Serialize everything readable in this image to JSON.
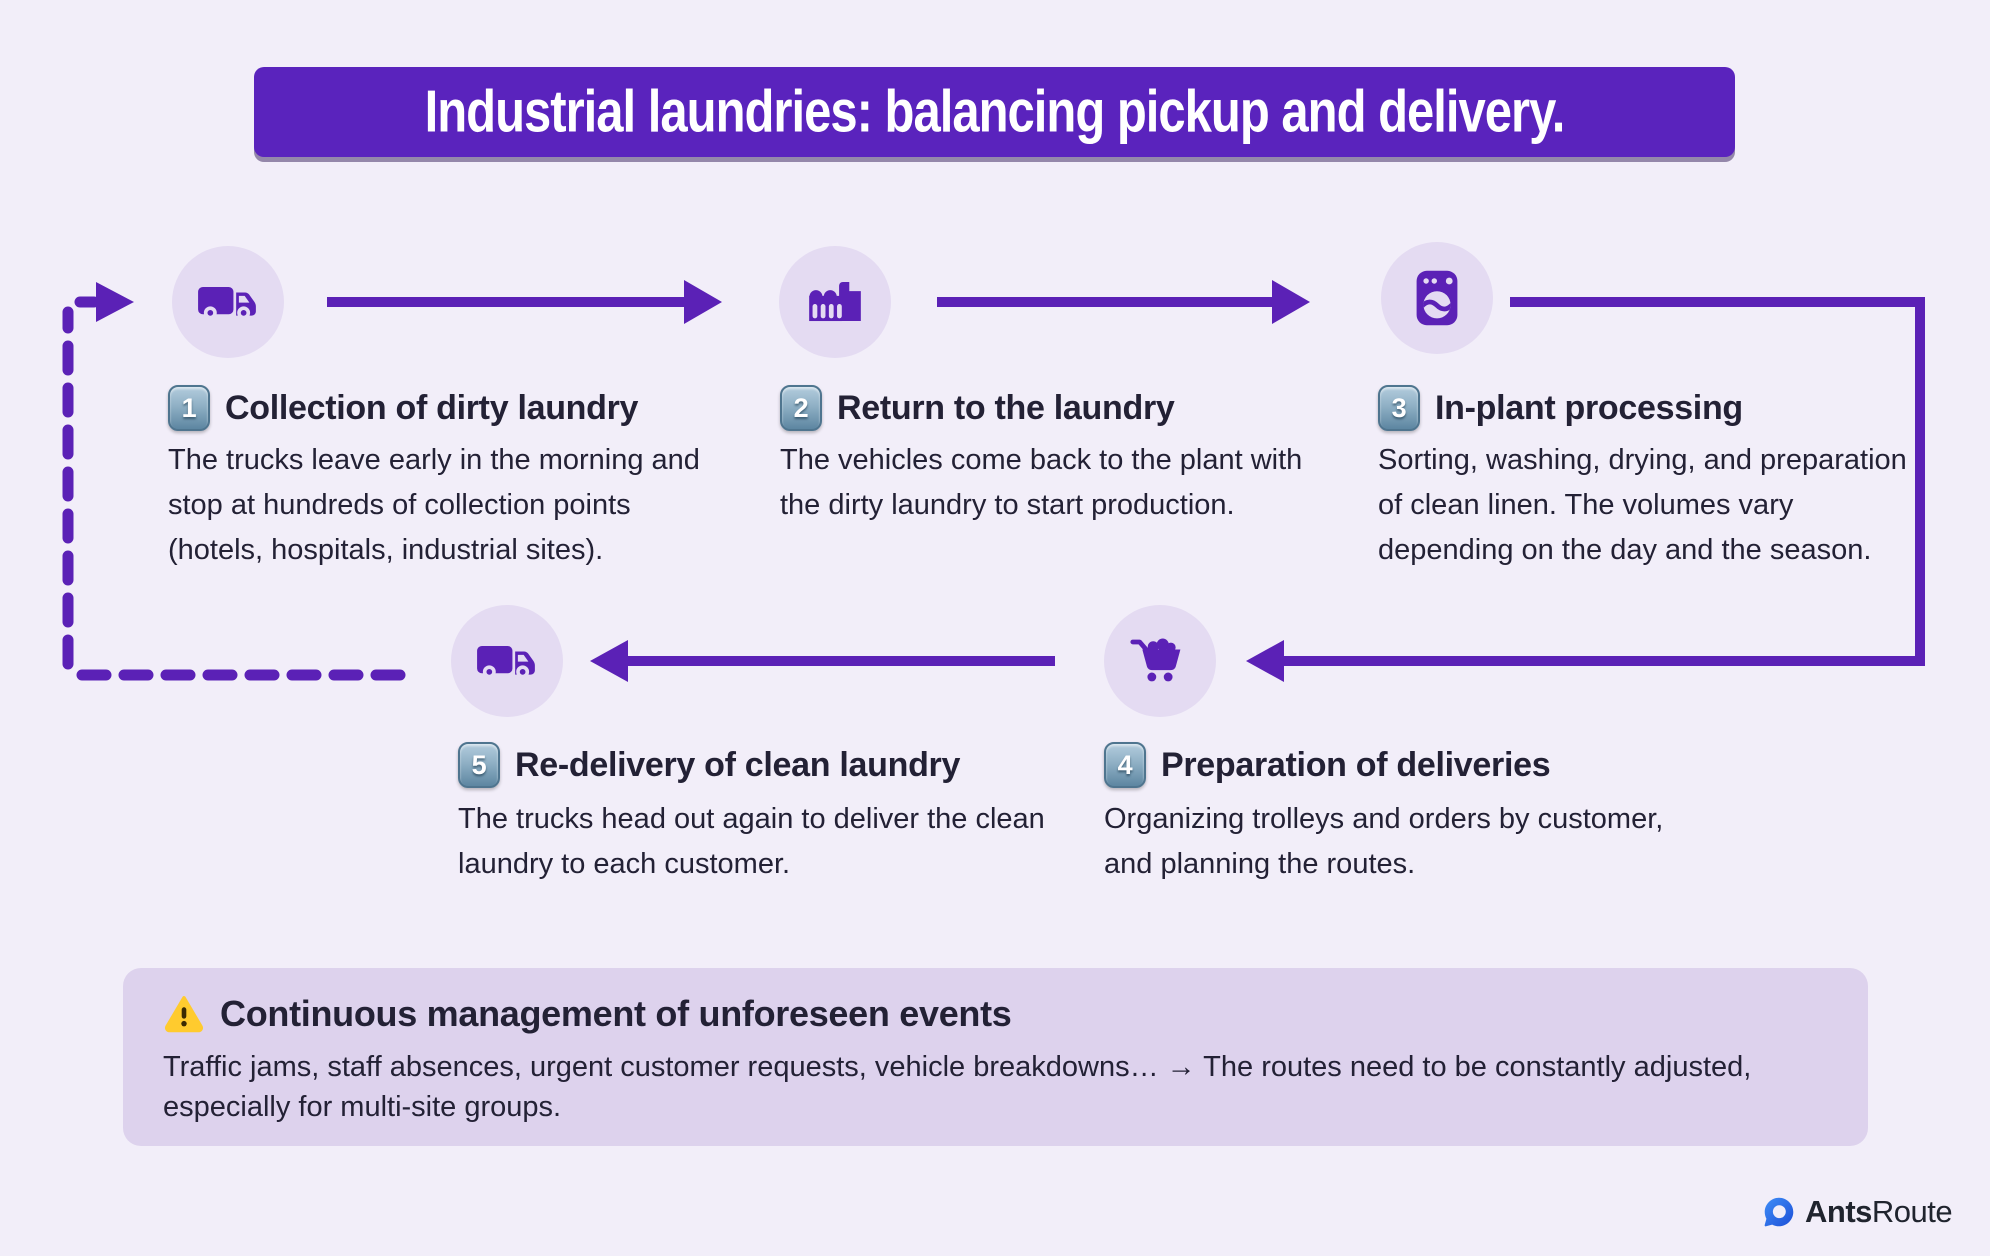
{
  "title": "Industrial laundries: balancing pickup and delivery.",
  "steps": [
    {
      "number": "1",
      "heading": "Collection of dirty laundry",
      "body": "The trucks leave early in the morning and\nstop at hundreds of collection points\n(hotels, hospitals, industrial sites).",
      "icon": "truck-icon"
    },
    {
      "number": "2",
      "heading": "Return to the laundry",
      "body": "The vehicles come back to the plant with\nthe dirty laundry to start production.",
      "icon": "factory-icon"
    },
    {
      "number": "3",
      "heading": "In-plant processing",
      "body": "Sorting, washing, drying, and preparation\nof clean linen. The volumes vary\ndepending on the day and the season.",
      "icon": "washing-machine-icon"
    },
    {
      "number": "4",
      "heading": "Preparation of deliveries",
      "body": "Organizing trolleys and orders by customer,\nand planning the routes.",
      "icon": "laundry-cart-icon"
    },
    {
      "number": "5",
      "heading": "Re-delivery of clean laundry",
      "body": "The trucks head out again to deliver the clean\nlaundry to each customer.",
      "icon": "truck-icon"
    }
  ],
  "note": {
    "heading": "Continuous management of unforeseen events",
    "body": "Traffic jams, staff absences, urgent customer requests, vehicle breakdowns… → The routes need to be constantly adjusted,\nespecially for multi-site groups.",
    "icon": "warning-icon"
  },
  "logo": {
    "bold": "Ants",
    "regular": "Route"
  },
  "colors": {
    "purple": "#5b21b6",
    "banner": "#5a23bd",
    "background": "#f2eef9",
    "icon_circle": "#e4dbf2",
    "note_background": "#ddd2ed",
    "text": "#232135",
    "keycap_blue": "#5d86a1",
    "warning_yellow": "#ffcb2e",
    "logo_blue": "#2563eb"
  }
}
